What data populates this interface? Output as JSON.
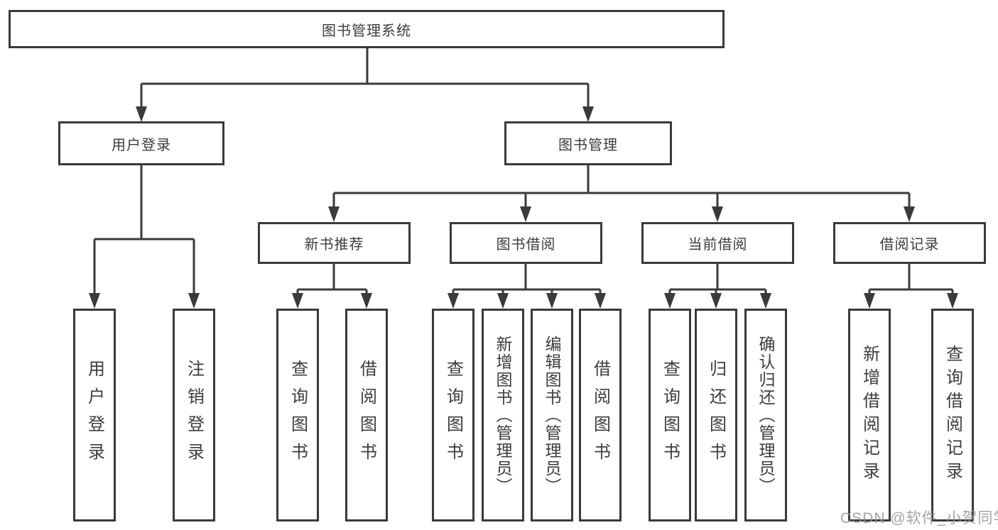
{
  "tree": {
    "label": "图书管理系统",
    "children": [
      {
        "label": "用户登录",
        "children": [
          {
            "label": "用户登录"
          },
          {
            "label": "注销登录"
          }
        ]
      },
      {
        "label": "图书管理",
        "children": [
          {
            "label": "新书推荐",
            "children": [
              {
                "label": "查询图书"
              },
              {
                "label": "借阅图书"
              }
            ]
          },
          {
            "label": "图书借阅",
            "children": [
              {
                "label": "查询图书"
              },
              {
                "label": "新增图书（管理员）"
              },
              {
                "label": "编辑图书（管理员）"
              },
              {
                "label": "借阅图书"
              }
            ]
          },
          {
            "label": "当前借阅",
            "children": [
              {
                "label": "查询图书"
              },
              {
                "label": "归还图书"
              },
              {
                "label": "确认归还（管理员）"
              }
            ]
          },
          {
            "label": "借阅记录",
            "children": [
              {
                "label": "新增借阅记录"
              },
              {
                "label": "查询借阅记录"
              }
            ]
          }
        ]
      }
    ]
  },
  "watermark": "CSDN @软件_小贺同学",
  "colors": {
    "line": "#3a3a3a",
    "text": "#3d3d3d",
    "box_background": "#ffffff",
    "watermark": "#949494",
    "page_background": "#ffffff"
  }
}
